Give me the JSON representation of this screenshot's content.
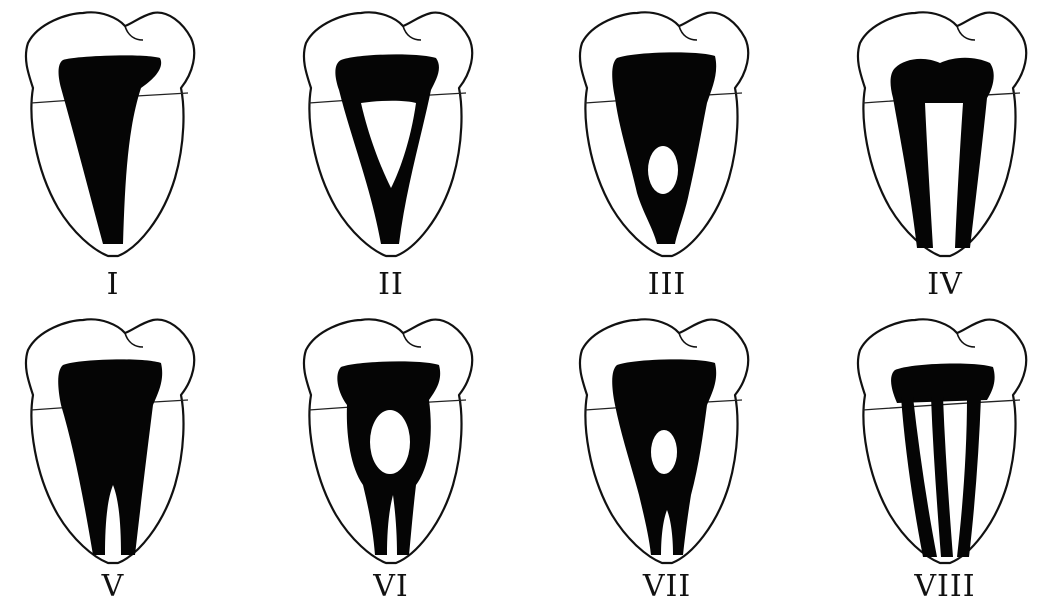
{
  "diagram": {
    "types": [
      {
        "label": "I",
        "canal": "type-1-single-canal"
      },
      {
        "label": "II",
        "canal": "type-2-two-to-one"
      },
      {
        "label": "III",
        "canal": "type-3-one-two-one"
      },
      {
        "label": "IV",
        "canal": "type-4-two-separate"
      },
      {
        "label": "V",
        "canal": "type-5-one-to-two"
      },
      {
        "label": "VI",
        "canal": "type-6-two-one-two"
      },
      {
        "label": "VII",
        "canal": "type-7-one-two-one-two"
      },
      {
        "label": "VIII",
        "canal": "type-8-three-separate"
      }
    ]
  }
}
